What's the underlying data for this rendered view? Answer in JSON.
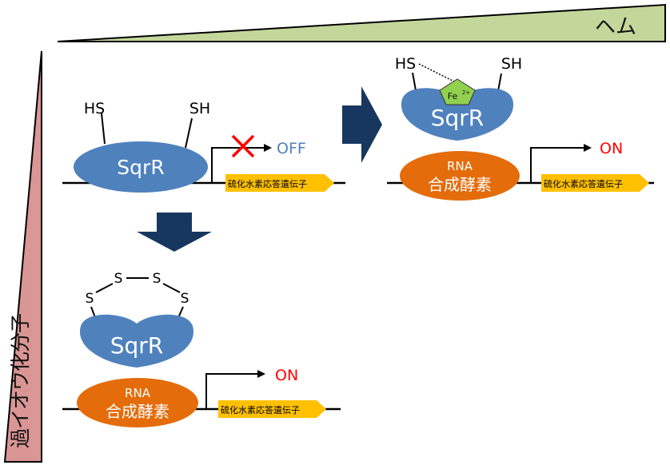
{
  "gradients": {
    "heme_label": "ヘム",
    "peroxide_label": "過イオウ化分子",
    "heme_color": "#c4d79b",
    "peroxide_color": "#d99694"
  },
  "colors": {
    "sqrr_blue": "#4f81bd",
    "rnap_orange": "#e46c0a",
    "gene_yellow": "#ffc000",
    "arrow_navy": "#17375e",
    "fe_green": "#92d050",
    "on_red": "#ff0000",
    "off_blue": "#4f81bd",
    "cross_red": "#ff0000"
  },
  "panel_repressed": {
    "protein": "SqrR",
    "thiol_left": "HS",
    "thiol_right": "SH",
    "state": "OFF",
    "gene": "硫化水素応答遺伝子"
  },
  "panel_heme": {
    "protein": "SqrR",
    "thiol_left": "HS",
    "thiol_right": "SH",
    "fe_label": "Fe",
    "fe_charge": "2+",
    "rnap_line1": "RNA",
    "rnap_line2": "合成酵素",
    "state": "ON",
    "gene": "硫化水素応答遺伝子"
  },
  "panel_persulfide": {
    "protein": "SqrR",
    "s1": "S",
    "s2": "S",
    "s3": "S",
    "s4": "S",
    "rnap_line1": "RNA",
    "rnap_line2": "合成酵素",
    "state": "ON",
    "gene": "硫化水素応答遺伝子"
  }
}
